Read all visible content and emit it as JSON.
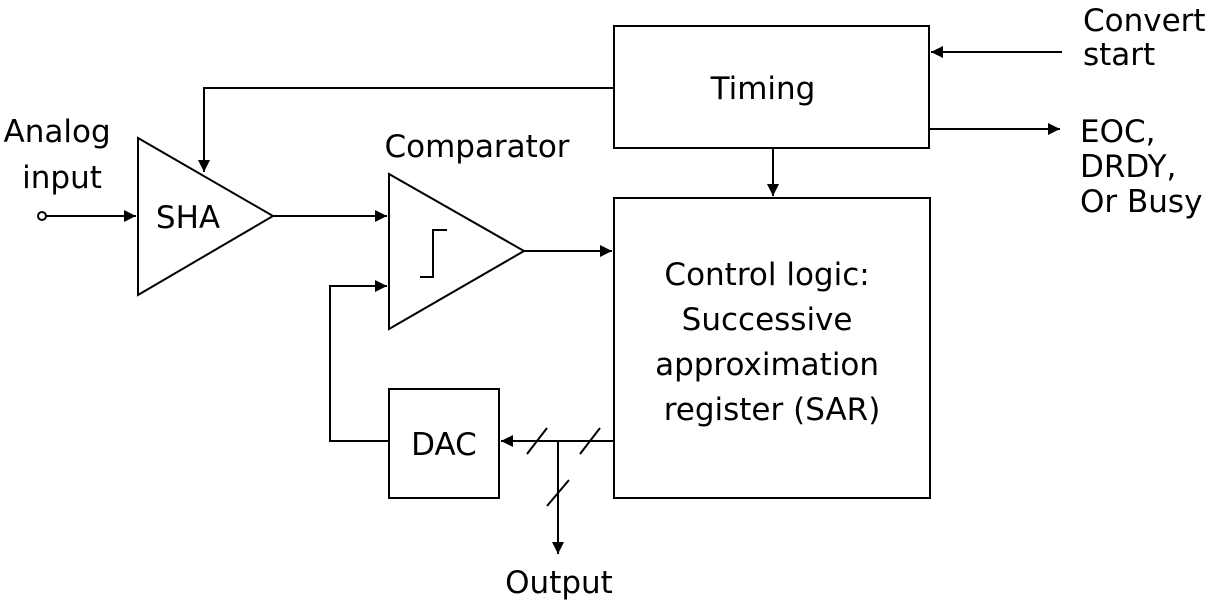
{
  "blocks": {
    "timing": "Timing",
    "sha": "SHA",
    "dac": "DAC",
    "sar": [
      "Control logic:",
      "Successive",
      "approximation",
      "register (SAR)"
    ]
  },
  "labels": {
    "analog_input": [
      "Analog",
      "input"
    ],
    "comparator": "Comparator",
    "convert_start": [
      "Convert",
      "start"
    ],
    "status_outputs": [
      "EOC,",
      "DRDY,",
      "Or Busy"
    ],
    "output": "Output"
  },
  "colors": {
    "stroke": "#000000",
    "background": "#ffffff"
  }
}
